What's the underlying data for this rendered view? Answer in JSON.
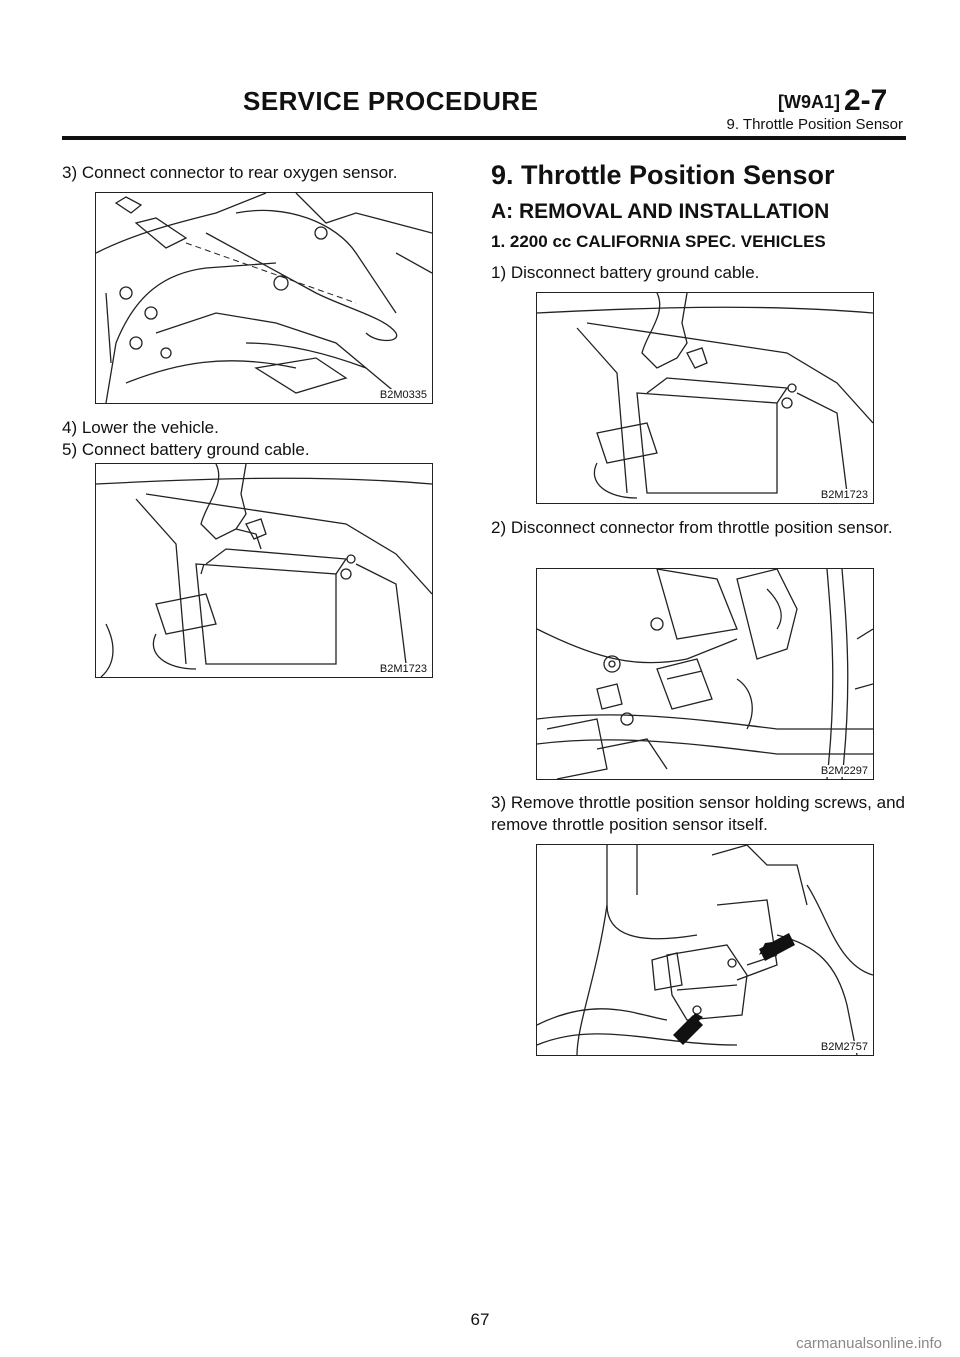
{
  "header": {
    "title": "SERVICE PROCEDURE",
    "code": "[W9A1]",
    "section_number": "2-7",
    "subtitle": "9. Throttle Position Sensor"
  },
  "left": {
    "step3": "3) Connect connector to rear oxygen sensor.",
    "fig1_code": "B2M0335",
    "step4": "4) Lower the vehicle.",
    "step5": "5) Connect battery ground cable.",
    "fig2_code": "B2M1723"
  },
  "right": {
    "section_title": "9. Throttle Position Sensor",
    "sub_title": "A: REMOVAL AND INSTALLATION",
    "sub_sub_title": "1. 2200 cc CALIFORNIA SPEC. VEHICLES",
    "step1": "1) Disconnect battery ground cable.",
    "fig3_code": "B2M1723",
    "step2": "2) Disconnect connector from throttle position sensor.",
    "fig4_code": "B2M2297",
    "step3": "3) Remove throttle position sensor holding screws, and remove throttle position sensor itself.",
    "fig5_code": "B2M2757"
  },
  "footer": {
    "page_number": "67",
    "watermark": "carmanualsonline.info"
  }
}
